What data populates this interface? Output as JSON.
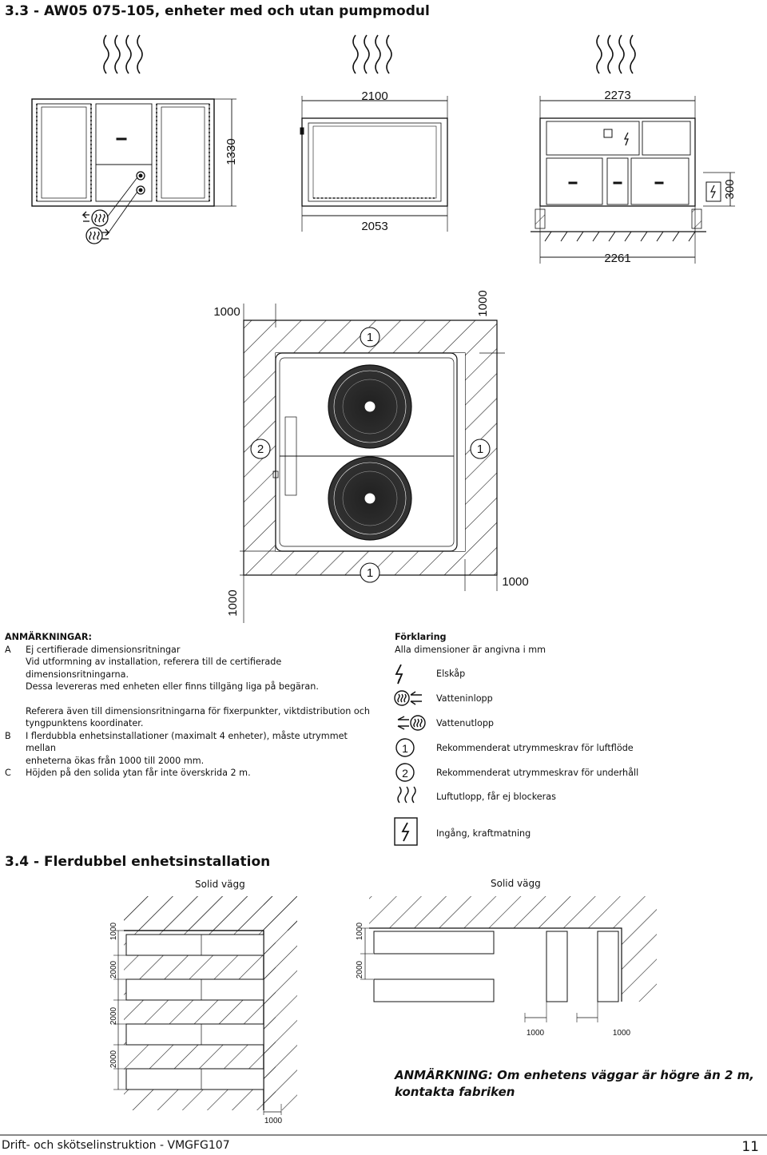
{
  "section_33": {
    "title": "3.3 - AW05 075-105, enheter med och utan pumpmodul"
  },
  "top_dims": {
    "front_height": "1330",
    "side_width_top": "2100",
    "side_width_bottom": "2053",
    "back_width_top": "2273",
    "back_width_bottom": "2261",
    "back_base": "300"
  },
  "plan_dims": {
    "left": "1000",
    "right_top": "1000",
    "top_zone": "1",
    "side_zone_left": "2",
    "side_zone_right": "1",
    "bottom_zone": "1",
    "bottom_right": "1000",
    "bottom_left": "1000"
  },
  "notes": {
    "heading": "ANMÄRKNINGAR:",
    "a_letter": "A",
    "a_line1": "Ej certifierade dimensionsritningar",
    "a_line2": "Vid utformning av installation, referera till de certifierade dimensionsritningarna.",
    "a_line3": "Dessa levereras med enheten eller finns tillgäng liga på begäran.",
    "a_line4": "Referera även till dimensionsritningarna för fixerpunkter, viktdistribution och",
    "a_line5": "tyngpunktens koordinater.",
    "b_letter": "B",
    "b_line1": "I flerdubbla enhetsinstallationer (maximalt 4 enheter), måste utrymmet mellan",
    "b_line2": "enheterna ökas från 1000 till 2000 mm.",
    "c_letter": "C",
    "c_line1": "Höjden på den solida ytan får inte överskrida 2 m."
  },
  "legend": {
    "heading": "Förklaring",
    "subheading": "Alla dimensioner är angivna i mm",
    "items": [
      {
        "icon": "lightning-icon",
        "label": "Elskåp"
      },
      {
        "icon": "water-inlet-icon",
        "label": "Vatteninlopp"
      },
      {
        "icon": "water-outlet-icon",
        "label": "Vattenutlopp"
      },
      {
        "icon": "circle-one-icon",
        "label": "Rekommenderat utrymmeskrav för luftflöde",
        "glyph": "1"
      },
      {
        "icon": "circle-two-icon",
        "label": "Rekommenderat utrymmeskrav för underhåll",
        "glyph": "2"
      },
      {
        "icon": "air-outlet-icon",
        "label": "Luftutlopp, får ej blockeras"
      },
      {
        "icon": "power-input-icon",
        "label": "Ingång, kraftmatning"
      }
    ]
  },
  "section_34": {
    "title": "3.4 - Flerdubbel enhetsinstallation",
    "left_wall": "Solid vägg",
    "right_wall": "Solid vägg",
    "left_dims": [
      "1000",
      "2000",
      "2000",
      "2000"
    ],
    "left_bottom": "1000",
    "right_dims": [
      "1000",
      "2000"
    ],
    "right_bottom": [
      "1000",
      "1000"
    ]
  },
  "warning": {
    "line1": "ANMÄRKNING: Om enhetens väggar är högre än 2 m,",
    "line2": "kontakta fabriken"
  },
  "footer": {
    "doc": "Drift- och skötselinstruktion - VMGFG107",
    "page": "11"
  }
}
